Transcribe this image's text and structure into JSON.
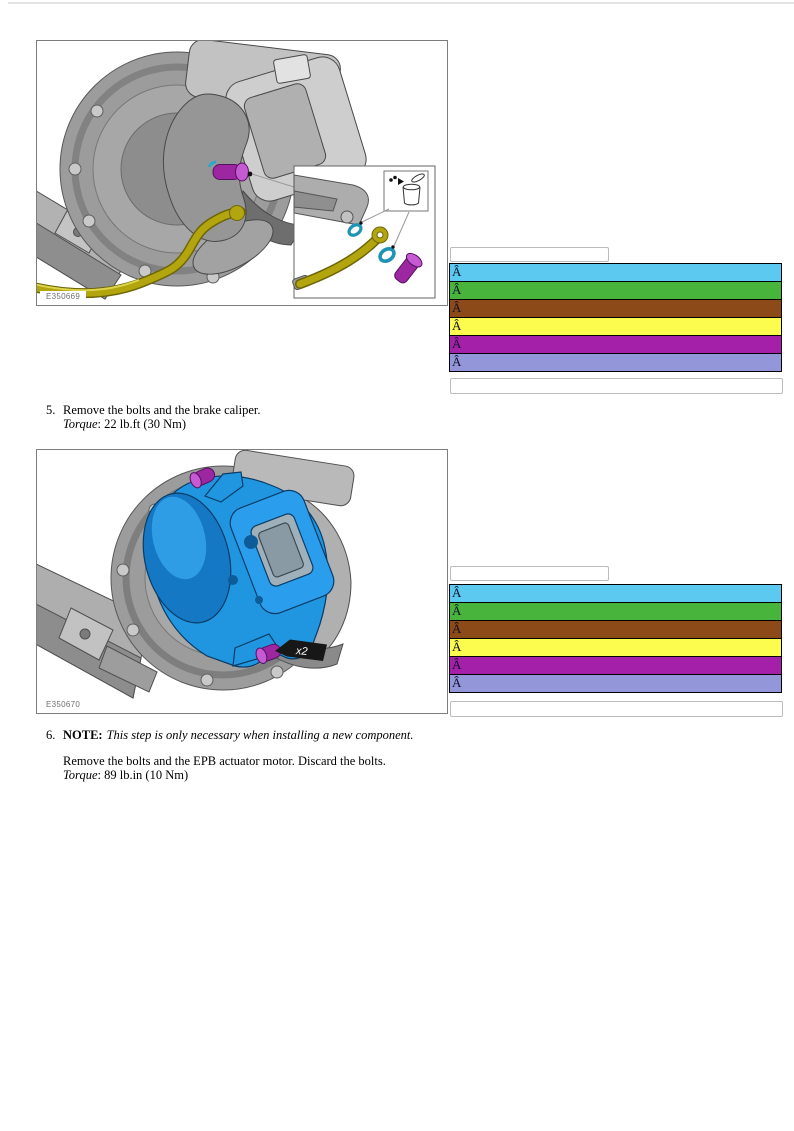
{
  "figures": {
    "fig1": {
      "label": "E350669"
    },
    "fig2": {
      "label": "E350670",
      "count_badge": "x2"
    }
  },
  "legend": {
    "groups": [
      {
        "rows": [
          {
            "text": "Â",
            "color": "#5cc9f0"
          },
          {
            "text": "Â",
            "color": "#49b43c"
          },
          {
            "text": "Â",
            "color": "#8b4a17"
          },
          {
            "text": "Â",
            "color": "#fcfc4e"
          },
          {
            "text": "Â",
            "color": "#a520a8"
          },
          {
            "text": "Â",
            "color": "#9496da"
          }
        ]
      },
      {
        "rows": [
          {
            "text": "Â",
            "color": "#5cc9f0"
          },
          {
            "text": "Â",
            "color": "#49b43c"
          },
          {
            "text": "Â",
            "color": "#8b4a17"
          },
          {
            "text": "Â",
            "color": "#fcfc4e"
          },
          {
            "text": "Â",
            "color": "#a520a8"
          },
          {
            "text": "Â",
            "color": "#9496da"
          }
        ]
      }
    ]
  },
  "steps": {
    "step5": {
      "number": "5.",
      "text": "Remove the bolts and the brake caliper.",
      "torque_label": "Torque",
      "torque_rest": ": 22 lb.ft (30 Nm)"
    },
    "step6": {
      "number": "6.",
      "note_label": "NOTE:",
      "note_text": "This step is only necessary when installing a new component.",
      "text": "Remove the bolts and the EPB actuator motor. Discard the bolts.",
      "torque_label": "Torque",
      "torque_rest": ": 89 lb.in (10 Nm)"
    }
  },
  "colors": {
    "highlight_blue": "#2196e0",
    "hose_yellow": "#b3a50e",
    "bolt_purple": "#9c27a0",
    "oring_teal": "#1f93b5"
  }
}
